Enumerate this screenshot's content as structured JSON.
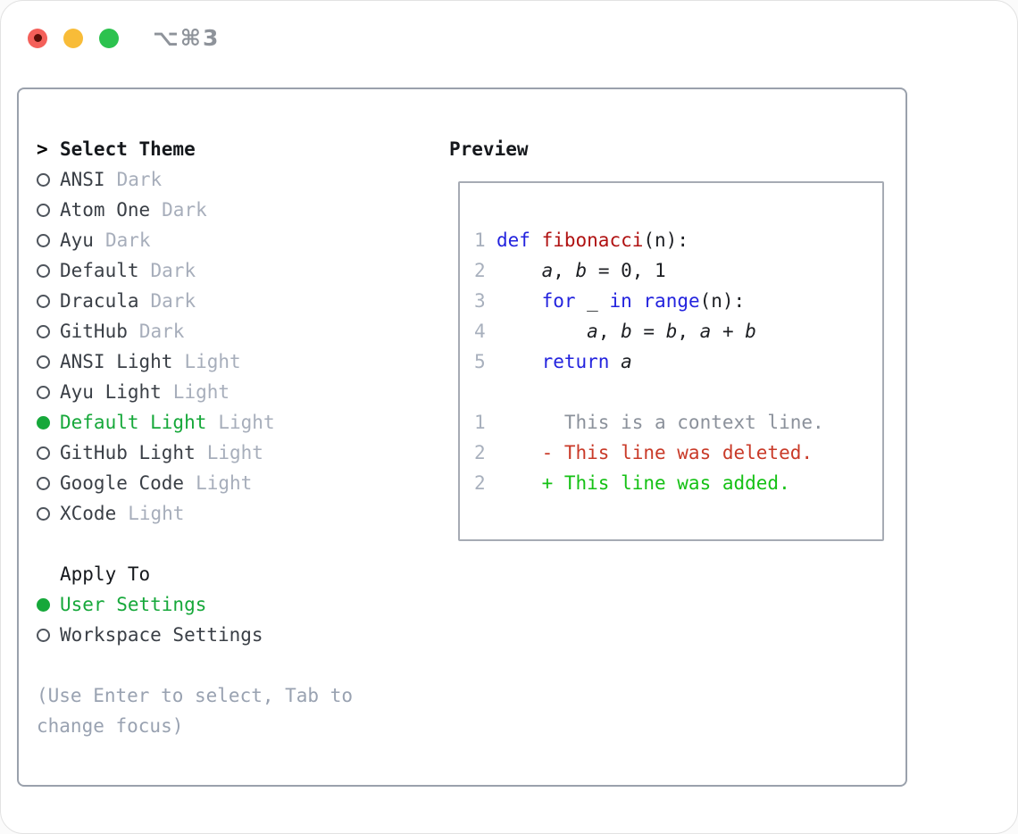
{
  "window": {
    "title": "⌥⌘3"
  },
  "colors": {
    "accent_green": "#16a83a",
    "label_dark": "#3a3f46",
    "tag_gray": "#a7aebb",
    "header_black": "#15181c",
    "help_gray": "#99a2b1",
    "panel_border": "#9aa1ac",
    "preview_border": "#a6abb4",
    "line_number": "#a8b0bd",
    "keyword_blue": "#2323de",
    "function_red": "#b01212",
    "code_plain": "#1d1f23",
    "diff_context": "#8b919b",
    "diff_deleted": "#c93a28",
    "diff_added": "#15c115",
    "title_gray": "#8e939a",
    "light_red": "#f4605a",
    "light_yellow": "#f8bc38",
    "light_green": "#2cc24e"
  },
  "theme_list": {
    "header_prefix": ">",
    "header": "Select Theme",
    "items": [
      {
        "label": "ANSI",
        "tag": "Dark",
        "selected": false
      },
      {
        "label": "Atom One",
        "tag": "Dark",
        "selected": false
      },
      {
        "label": "Ayu",
        "tag": "Dark",
        "selected": false
      },
      {
        "label": "Default",
        "tag": "Dark",
        "selected": false
      },
      {
        "label": "Dracula",
        "tag": "Dark",
        "selected": false
      },
      {
        "label": "GitHub",
        "tag": "Dark",
        "selected": false
      },
      {
        "label": "ANSI Light",
        "tag": "Light",
        "selected": false
      },
      {
        "label": "Ayu Light",
        "tag": "Light",
        "selected": false
      },
      {
        "label": "Default Light",
        "tag": "Light",
        "selected": true
      },
      {
        "label": "GitHub Light",
        "tag": "Light",
        "selected": false
      },
      {
        "label": "Google Code",
        "tag": "Light",
        "selected": false
      },
      {
        "label": "XCode",
        "tag": "Light",
        "selected": false
      }
    ]
  },
  "apply_to": {
    "header": "Apply To",
    "options": [
      {
        "label": "User Settings",
        "selected": true
      },
      {
        "label": "Workspace Settings",
        "selected": false
      }
    ]
  },
  "help_text": "(Use Enter to select, Tab to change focus)",
  "preview": {
    "header": "Preview",
    "lines": [
      {
        "num": "1",
        "segs": [
          {
            "t": "def",
            "c": "kw"
          },
          {
            "t": " ",
            "c": "plain"
          },
          {
            "t": "fibonacci",
            "c": "fn"
          },
          {
            "t": "(n):",
            "c": "plain"
          }
        ]
      },
      {
        "num": "2",
        "segs": [
          {
            "t": "    ",
            "c": "plain"
          },
          {
            "t": "a",
            "c": "var"
          },
          {
            "t": ", ",
            "c": "plain"
          },
          {
            "t": "b",
            "c": "var"
          },
          {
            "t": " = 0, 1",
            "c": "plain"
          }
        ]
      },
      {
        "num": "3",
        "segs": [
          {
            "t": "    ",
            "c": "plain"
          },
          {
            "t": "for",
            "c": "kw"
          },
          {
            "t": " _ ",
            "c": "plain"
          },
          {
            "t": "in",
            "c": "kw"
          },
          {
            "t": " ",
            "c": "plain"
          },
          {
            "t": "range",
            "c": "kw"
          },
          {
            "t": "(n):",
            "c": "plain"
          }
        ]
      },
      {
        "num": "4",
        "segs": [
          {
            "t": "        ",
            "c": "plain"
          },
          {
            "t": "a",
            "c": "var"
          },
          {
            "t": ", ",
            "c": "plain"
          },
          {
            "t": "b",
            "c": "var"
          },
          {
            "t": " = ",
            "c": "plain"
          },
          {
            "t": "b",
            "c": "var"
          },
          {
            "t": ", ",
            "c": "plain"
          },
          {
            "t": "a",
            "c": "var"
          },
          {
            "t": " + ",
            "c": "plain"
          },
          {
            "t": "b",
            "c": "var"
          }
        ]
      },
      {
        "num": "5",
        "segs": [
          {
            "t": "    ",
            "c": "plain"
          },
          {
            "t": "return",
            "c": "kw"
          },
          {
            "t": " ",
            "c": "plain"
          },
          {
            "t": "a",
            "c": "var"
          }
        ]
      },
      {
        "num": "",
        "segs": []
      },
      {
        "num": "1",
        "segs": [
          {
            "t": "      This is a context line.",
            "c": "ctx"
          }
        ]
      },
      {
        "num": "2",
        "segs": [
          {
            "t": "    - This line was deleted.",
            "c": "del"
          }
        ]
      },
      {
        "num": "2",
        "segs": [
          {
            "t": "    + This line was added.",
            "c": "add"
          }
        ]
      }
    ]
  }
}
